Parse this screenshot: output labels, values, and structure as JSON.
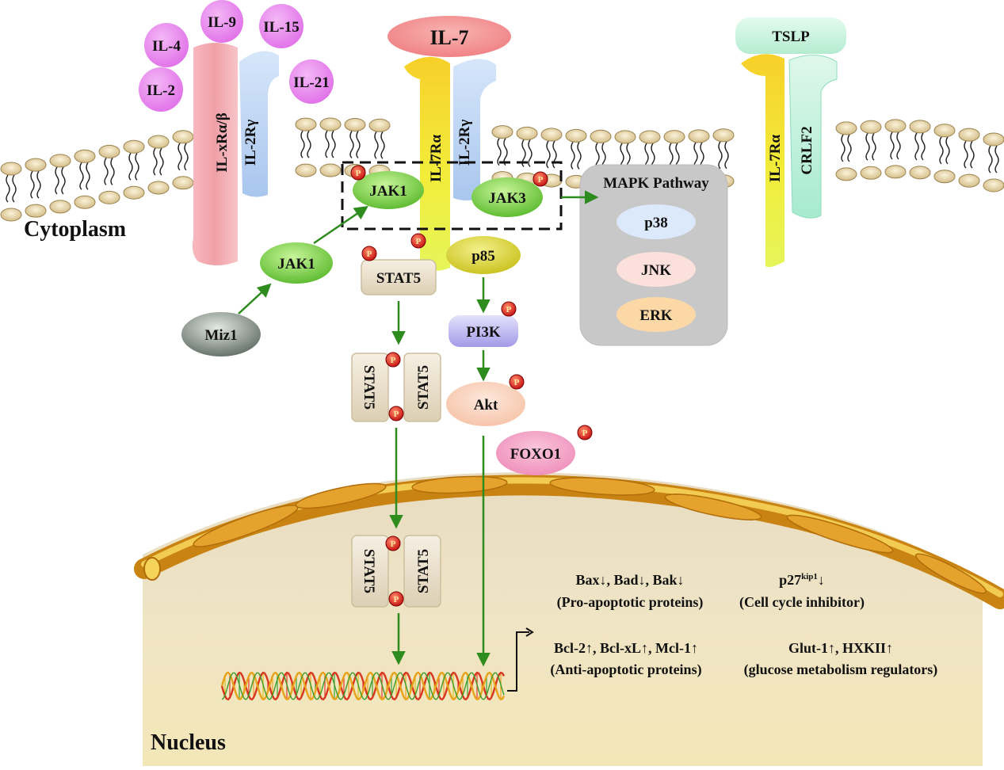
{
  "regions": {
    "cytoplasm": "Cytoplasm",
    "nucleus": "Nucleus"
  },
  "cytokines": {
    "il4": "IL-4",
    "il9": "IL-9",
    "il15": "IL-15",
    "il2": "IL-2",
    "il21": "IL-21",
    "il7": "IL-7",
    "tslp": "TSLP"
  },
  "receptors": {
    "il_x_ralpha_beta": "IL-xRα/β",
    "il2_rgamma_left": "IL-2Rγ",
    "il7_ralpha_center": "IL-7Rα",
    "il2_rgamma_center": "IL-2Rγ",
    "il7_ralpha_right": "IL-7Rα",
    "crlf2": "CRLF2"
  },
  "kinases": {
    "jak1_complex": "JAK1",
    "jak3_complex": "JAK3",
    "jak1_free": "JAK1",
    "miz1": "Miz1"
  },
  "signaling": {
    "stat5_single": "STAT5",
    "stat5_dimer_cyto_left": "STAT5",
    "stat5_dimer_cyto_right": "STAT5",
    "stat5_dimer_nuc_left": "STAT5",
    "stat5_dimer_nuc_right": "STAT5",
    "p85": "p85",
    "pi3k": "PI3K",
    "akt": "Akt",
    "foxo1": "FOXO1",
    "phospho": "P"
  },
  "mapk": {
    "title": "MAPK Pathway",
    "p38": "p38",
    "jnk": "JNK",
    "erk": "ERK"
  },
  "targets": {
    "pro_apoptotic_genes": "Bax↓, Bad↓, Bak↓",
    "pro_apoptotic_desc": "(Pro-apoptotic proteins)",
    "p27_base": "p27",
    "p27_sup": "kip1",
    "p27_arrow": "↓",
    "cell_cycle_desc": "(Cell cycle inhibitor)",
    "anti_apoptotic_genes": "Bcl-2↑, Bcl-xL↑, Mcl-1↑",
    "anti_apoptotic_desc": "(Anti-apoptotic proteins)",
    "glucose_genes": "Glut-1↑, HXKII↑",
    "glucose_desc": "(glucose metabolism regulators)"
  },
  "colors": {
    "arrow": "#2e8b1e",
    "cytokine_pink": "#e278e8",
    "il7_red": "#f2878a",
    "tslp_mint": "#bff0d6",
    "jak_green": "#8ee04a",
    "nucleus_fill": "#eee0c0",
    "mapk_box": "#c8c8c8",
    "phospho_red": "#d01818"
  }
}
